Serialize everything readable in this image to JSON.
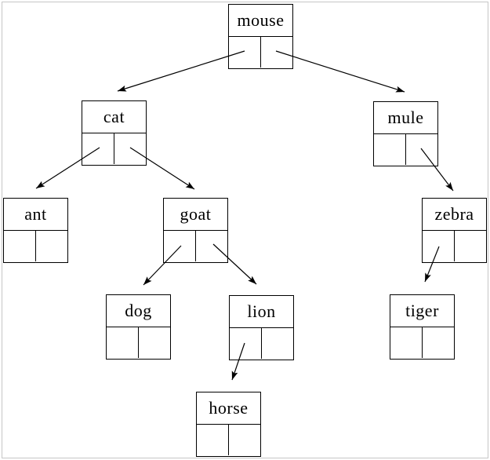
{
  "diagram": {
    "type": "binary-search-tree",
    "title": "",
    "nodes": [
      {
        "id": "mouse",
        "label": "mouse"
      },
      {
        "id": "cat",
        "label": "cat"
      },
      {
        "id": "mule",
        "label": "mule"
      },
      {
        "id": "ant",
        "label": "ant"
      },
      {
        "id": "goat",
        "label": "goat"
      },
      {
        "id": "zebra",
        "label": "zebra"
      },
      {
        "id": "dog",
        "label": "dog"
      },
      {
        "id": "lion",
        "label": "lion"
      },
      {
        "id": "tiger",
        "label": "tiger"
      },
      {
        "id": "horse",
        "label": "horse"
      }
    ],
    "edges": [
      {
        "from": "mouse",
        "pointer": "left",
        "to": "cat"
      },
      {
        "from": "mouse",
        "pointer": "right",
        "to": "mule"
      },
      {
        "from": "cat",
        "pointer": "left",
        "to": "ant"
      },
      {
        "from": "cat",
        "pointer": "right",
        "to": "goat"
      },
      {
        "from": "mule",
        "pointer": "right",
        "to": "zebra"
      },
      {
        "from": "goat",
        "pointer": "left",
        "to": "dog"
      },
      {
        "from": "goat",
        "pointer": "right",
        "to": "lion"
      },
      {
        "from": "zebra",
        "pointer": "left",
        "to": "tiger"
      },
      {
        "from": "lion",
        "pointer": "left",
        "to": "horse"
      }
    ],
    "colors": {
      "line": "#000000",
      "background": "#ffffff",
      "frame_border": "#c6c6c6",
      "text": "#000000"
    }
  }
}
